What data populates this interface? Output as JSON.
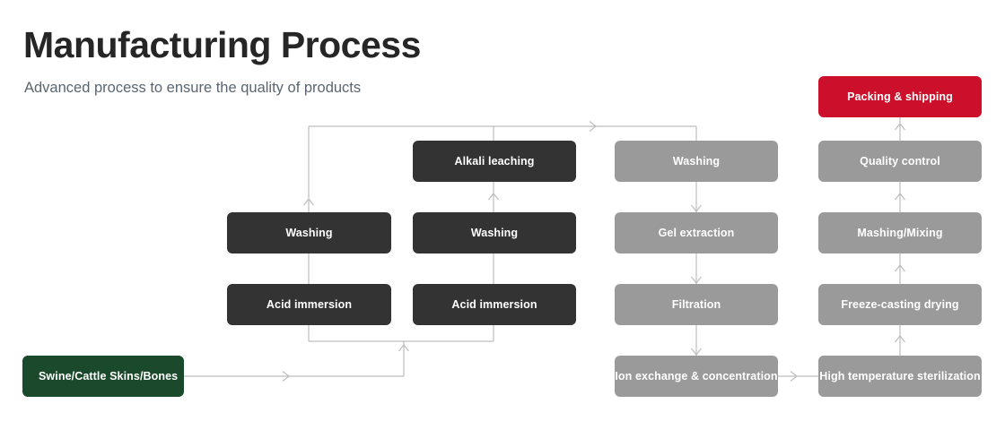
{
  "header": {
    "title": "Manufacturing Process",
    "subtitle": "Advanced process to ensure the quality of products"
  },
  "colors": {
    "background": "#ffffff",
    "dark_node": "#333333",
    "gray_node": "#9a9a9a",
    "red_node": "#cc102b",
    "green_node": "#1a4a2b",
    "connector": "#bdbdbd",
    "title_text": "#262626",
    "subtitle_text": "#5a6570",
    "node_text": "#ffffff"
  },
  "diagram": {
    "type": "flowchart",
    "start_node": {
      "label": "Swine/Cattle Skins/Bones",
      "style": "green"
    },
    "end_node": {
      "label": "Packing & shipping",
      "style": "red"
    },
    "columns": [
      {
        "name": "acid-line",
        "style": "dark",
        "flow": "upward",
        "nodes": [
          {
            "label": "Washing"
          },
          {
            "label": "Acid immersion"
          }
        ]
      },
      {
        "name": "alkali-line",
        "style": "dark",
        "flow": "upward",
        "nodes": [
          {
            "label": "Alkali leaching"
          },
          {
            "label": "Washing"
          },
          {
            "label": "Acid immersion"
          }
        ]
      },
      {
        "name": "extraction-line",
        "style": "gray",
        "flow": "downward",
        "nodes": [
          {
            "label": "Washing"
          },
          {
            "label": "Gel extraction"
          },
          {
            "label": "Filtration"
          },
          {
            "label": "Ion exchange & concentration"
          }
        ]
      },
      {
        "name": "finishing-line",
        "style": "gray",
        "flow": "upward",
        "nodes": [
          {
            "label": "Quality control"
          },
          {
            "label": "Mashing/Mixing"
          },
          {
            "label": "Freeze-casting drying"
          },
          {
            "label": "High temperature sterilization"
          }
        ]
      }
    ],
    "connector_arrows": [
      {
        "name": "start-to-process",
        "direction": "right"
      },
      {
        "name": "merge-into-acid-columns",
        "direction": "up"
      },
      {
        "name": "acid-line-to-top-rail",
        "direction": "up"
      },
      {
        "name": "alkali-line-to-top-rail",
        "direction": "up"
      },
      {
        "name": "top-rail-to-extraction",
        "direction": "right"
      },
      {
        "name": "washing-to-gel-extraction",
        "direction": "down"
      },
      {
        "name": "gel-extraction-to-filtration",
        "direction": "down"
      },
      {
        "name": "filtration-to-ion-exchange",
        "direction": "down"
      },
      {
        "name": "ion-exchange-to-sterilization",
        "direction": "right"
      },
      {
        "name": "sterilization-to-freeze-casting",
        "direction": "up"
      },
      {
        "name": "freeze-casting-to-mashing",
        "direction": "up"
      },
      {
        "name": "mashing-to-quality-control",
        "direction": "up"
      },
      {
        "name": "quality-control-to-packing",
        "direction": "up"
      }
    ]
  }
}
